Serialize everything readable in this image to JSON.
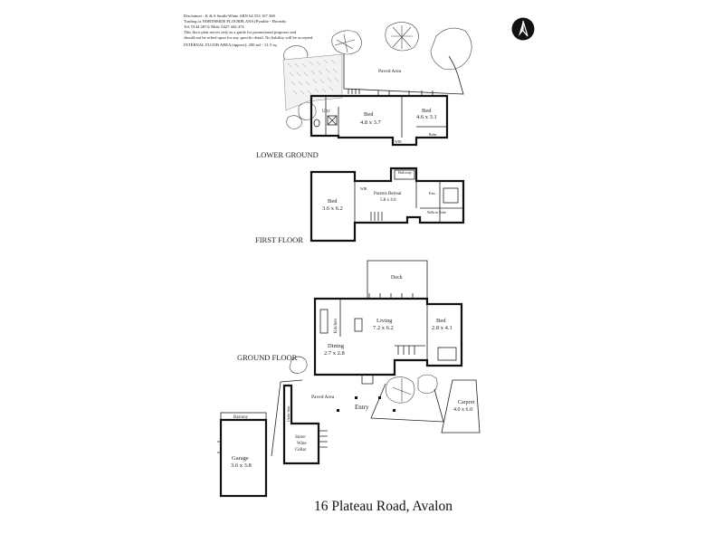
{
  "disclaimer": {
    "line1": "Disclaimer :  K & S Smith-White   ABN 64 553 107 368",
    "line2": "Trading as NORTHSIDE FLOORPLANS (Pymble - Hornsby",
    "line3": "Tel: 9144 2874; Mob: 0427 442 474",
    "line4": "This floor plan serves only as a guide for promotional purposes and",
    "line5": "should not be relied upon for any specific detail. No liability will be accepted.",
    "area": "INTERNAL FLOOR AREA (approx): 200 m2 - 21.5 sq"
  },
  "compass_icon": "north-arrow-icon",
  "floors": {
    "lower_ground": {
      "title": "LOWER GROUND",
      "paved_area": "Paved Area",
      "utility": "Utty",
      "bed1_name": "Bed",
      "bed1_dims": "4.8 x 3.7",
      "bed2_name": "Bed",
      "bed2_dims": "4.6 x 3.1",
      "robe": "Robe",
      "wir": "WIR"
    },
    "first_floor": {
      "title": "FIRST FLOOR",
      "bed_name": "Bed",
      "bed_dims": "3.6 x 6.2",
      "balcony": "Balcony",
      "parents_retreat": "Parents Retreat",
      "parents_dims": "5.8 x 4.6",
      "ens": "Ens",
      "walk_in_robe": "Walk-in Robe",
      "wir": "WIR"
    },
    "ground": {
      "title": "GROUND FLOOR",
      "deck": "Deck",
      "kitchen": "Kitchen",
      "living_name": "Living",
      "living_dims": "7.2 x 6.2",
      "bed_name": "Bed",
      "bed_dims": "2.8 x 4.1",
      "dining_name": "Dining",
      "dining_dims": "2.7 x 2.8",
      "paved_area": "Paved Area",
      "entry": "Entry",
      "carport_name": "Carport",
      "carport_dims": "4.0 x 6.0",
      "under_stair": "Under Stair",
      "store_line1": "Store/",
      "store_line2": "Wine",
      "store_line3": "Cellar",
      "balcony": "Balcony",
      "garage_name": "Garage",
      "garage_dims": "3.6 x 3.8"
    }
  },
  "address": "16 Plateau Road, Avalon"
}
